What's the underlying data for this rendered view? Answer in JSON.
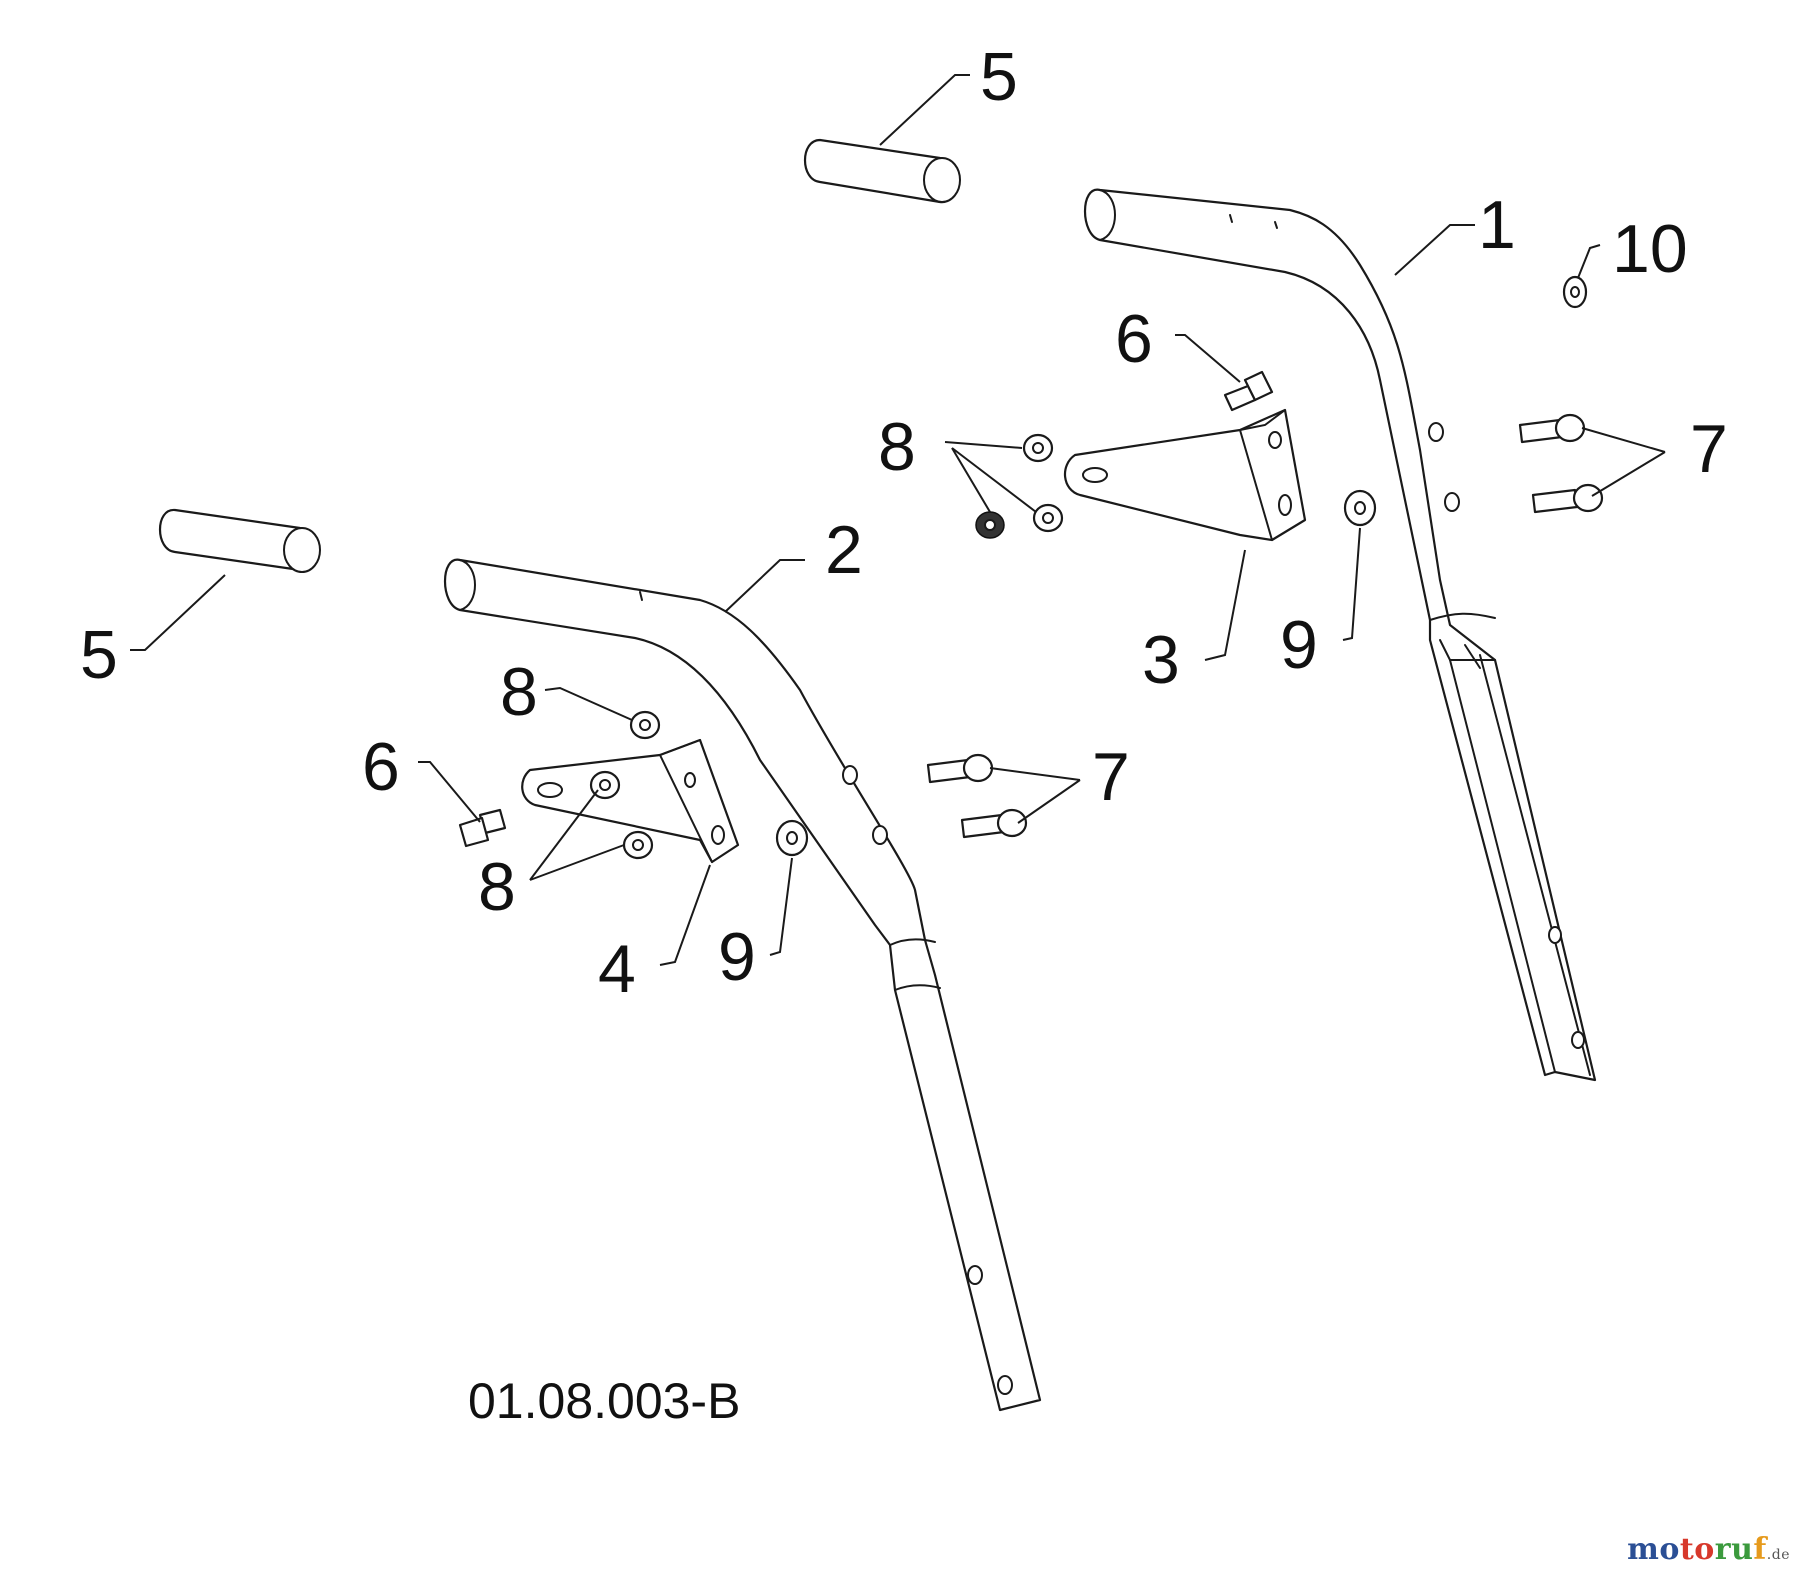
{
  "drawing_number": "01.08.003-B",
  "callouts": {
    "c1": "1",
    "c2": "2",
    "c3": "3",
    "c4": "4",
    "c5_top": "5",
    "c5_left": "5",
    "c6_right": "6",
    "c6_left": "6",
    "c7_right": "7",
    "c7_left": "7",
    "c8_right": "8",
    "c8_left_top": "8",
    "c8_left_bottom": "8",
    "c9_right": "9",
    "c9_left": "9",
    "c10": "10"
  },
  "watermark": {
    "part_a": "mo",
    "part_b": "to",
    "part_c": "ru",
    "part_d": "f",
    "tld": ".de"
  },
  "colors": {
    "line": "#1a1a1a",
    "watermark_blue": "#2b4f95",
    "watermark_red": "#d7382b",
    "watermark_green": "#3b9a3d",
    "watermark_orange": "#e69a1c"
  }
}
